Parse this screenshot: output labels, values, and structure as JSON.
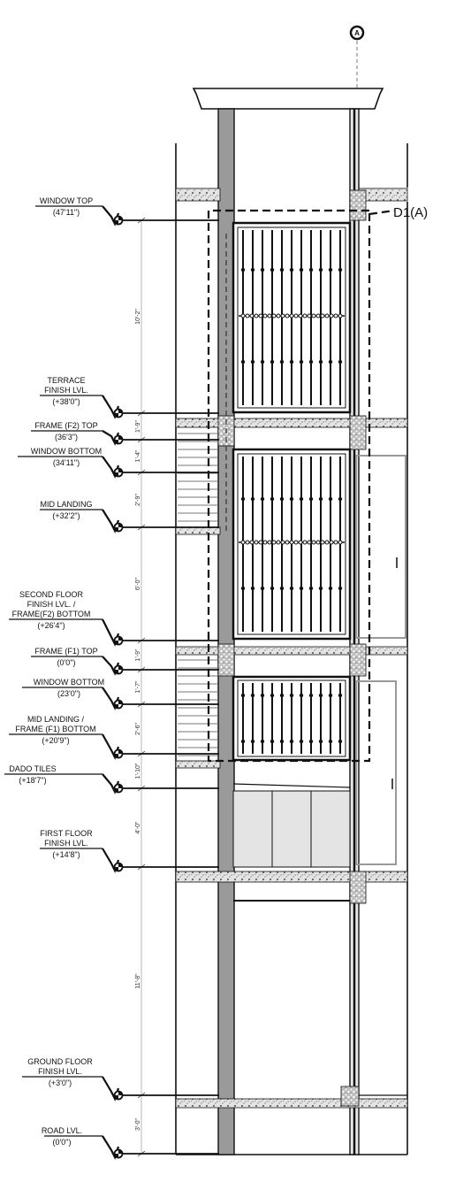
{
  "grid_bubble": "A",
  "door_tag": "D1(A)",
  "levels": [
    {
      "id": "window-top",
      "lines": [
        "WINDOW TOP"
      ],
      "value": "(47'11\")"
    },
    {
      "id": "terrace-finish",
      "lines": [
        "TERRACE",
        "FINISH LVL."
      ],
      "value": "(+38'0\")"
    },
    {
      "id": "frame-f2-top",
      "lines": [
        "FRAME (F2) TOP"
      ],
      "value": "(36'3\")"
    },
    {
      "id": "window-bottom-upper",
      "lines": [
        "WINDOW BOTTOM"
      ],
      "value": "(34'11\")"
    },
    {
      "id": "mid-landing-upper",
      "lines": [
        "MID LANDING"
      ],
      "value": "(+32'2\")"
    },
    {
      "id": "second-floor",
      "lines": [
        "SECOND FLOOR",
        "FINISH LVL. /",
        "FRAME(F2) BOTTOM"
      ],
      "value": "(+26'4\")"
    },
    {
      "id": "frame-f1-top",
      "lines": [
        "FRAME (F1) TOP"
      ],
      "value": "(0'0\")"
    },
    {
      "id": "window-bottom-lower",
      "lines": [
        "WINDOW BOTTOM"
      ],
      "value": "(23'0\")"
    },
    {
      "id": "mid-landing-lower",
      "lines": [
        "MID LANDING /",
        "FRAME (F1) BOTTOM"
      ],
      "value": "(+20'9\")"
    },
    {
      "id": "dado-tiles",
      "lines": [
        "DADO TILES"
      ],
      "value": "(+18'7\")"
    },
    {
      "id": "first-floor",
      "lines": [
        "FIRST FLOOR",
        "FINISH LVL."
      ],
      "value": "(+14'8\")"
    },
    {
      "id": "ground-floor",
      "lines": [
        "GROUND FLOOR",
        "FINISH LVL."
      ],
      "value": "(+3'0\")"
    },
    {
      "id": "road-level",
      "lines": [
        "ROAD LVL."
      ],
      "value": "(0'0\")"
    }
  ],
  "dimensions": [
    "10'-2\"",
    "1'-9\"",
    "1'-4\"",
    "2'-9\"",
    "6'-0\"",
    "1'-9\"",
    "1'-7\"",
    "2'-6\"",
    "1'-10\"",
    "4'-0\"",
    "11'-8\"",
    "3'-0\""
  ]
}
